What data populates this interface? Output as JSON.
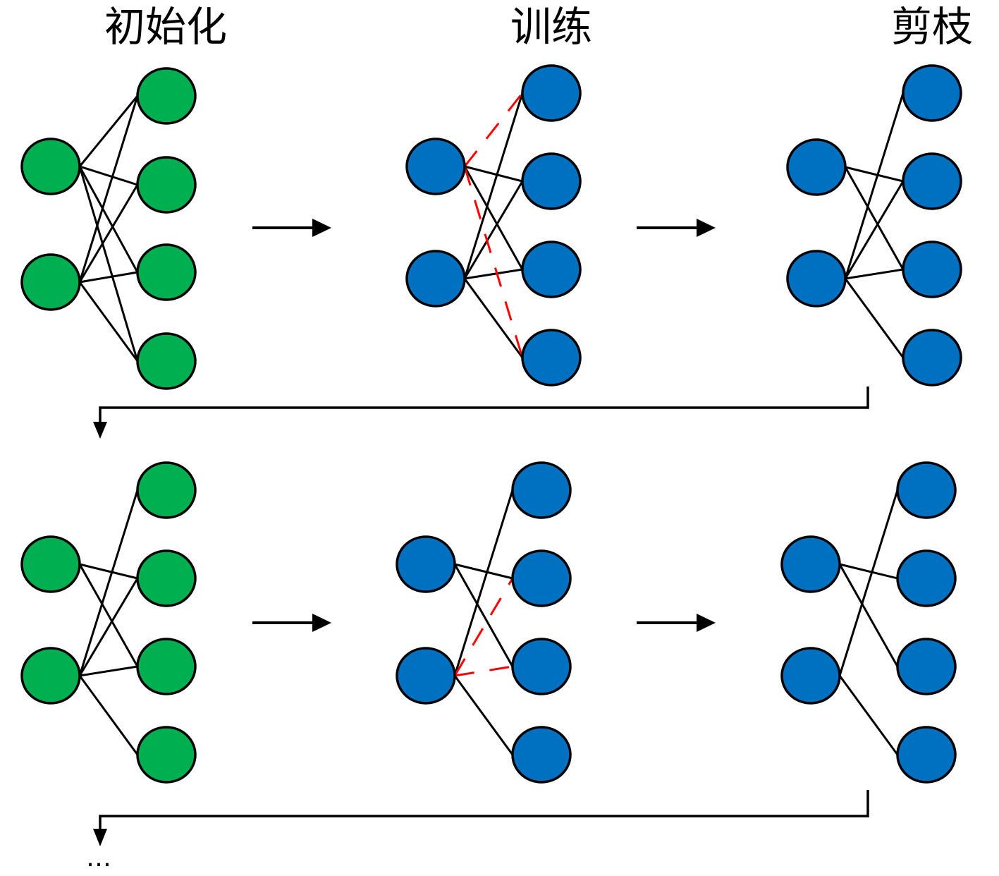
{
  "titles": {
    "init": "初始化",
    "train": "训练",
    "prune": "剪枝"
  },
  "ellipsis": "…",
  "colors": {
    "init_node": "#00b050",
    "trained_node": "#0070c0",
    "edge": "#000000",
    "pruned_edge": "#ff0000",
    "node_stroke": "#000000"
  },
  "legend_semantics": {
    "solid_edge": "retained connection",
    "dashed_red_edge": "connection selected for pruning"
  },
  "rows": [
    {
      "stages": [
        {
          "stage": "init",
          "node_color": "init_node",
          "edges": [
            [
              0,
              0
            ],
            [
              0,
              1
            ],
            [
              0,
              2
            ],
            [
              0,
              3
            ],
            [
              1,
              0
            ],
            [
              1,
              1
            ],
            [
              1,
              2
            ],
            [
              1,
              3
            ]
          ],
          "pruned_edges": []
        },
        {
          "stage": "train",
          "node_color": "trained_node",
          "edges": [
            [
              0,
              1
            ],
            [
              0,
              2
            ],
            [
              1,
              0
            ],
            [
              1,
              1
            ],
            [
              1,
              2
            ],
            [
              1,
              3
            ]
          ],
          "pruned_edges": [
            [
              0,
              0
            ],
            [
              0,
              3
            ]
          ]
        },
        {
          "stage": "prune",
          "node_color": "trained_node",
          "edges": [
            [
              0,
              1
            ],
            [
              0,
              2
            ],
            [
              1,
              0
            ],
            [
              1,
              1
            ],
            [
              1,
              2
            ],
            [
              1,
              3
            ]
          ],
          "pruned_edges": []
        }
      ]
    },
    {
      "stages": [
        {
          "stage": "init",
          "node_color": "init_node",
          "edges": [
            [
              0,
              1
            ],
            [
              0,
              2
            ],
            [
              1,
              0
            ],
            [
              1,
              1
            ],
            [
              1,
              2
            ],
            [
              1,
              3
            ]
          ],
          "pruned_edges": []
        },
        {
          "stage": "train",
          "node_color": "trained_node",
          "edges": [
            [
              0,
              1
            ],
            [
              0,
              2
            ],
            [
              1,
              0
            ],
            [
              1,
              3
            ]
          ],
          "pruned_edges": [
            [
              1,
              1
            ],
            [
              1,
              2
            ]
          ]
        },
        {
          "stage": "prune",
          "node_color": "trained_node",
          "edges": [
            [
              0,
              1
            ],
            [
              0,
              2
            ],
            [
              1,
              0
            ],
            [
              1,
              3
            ]
          ],
          "pruned_edges": []
        }
      ]
    }
  ]
}
